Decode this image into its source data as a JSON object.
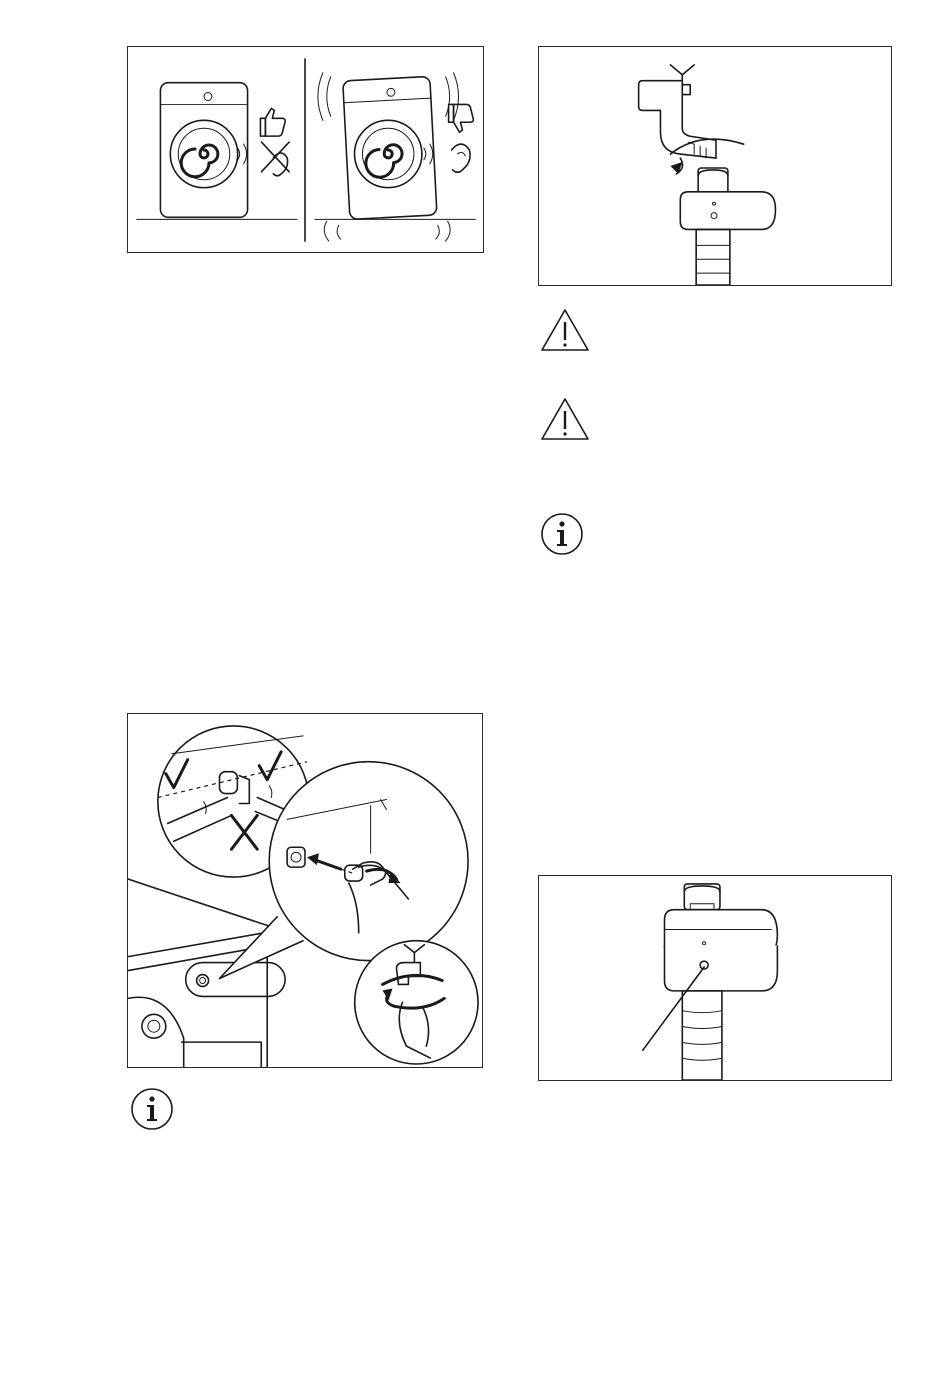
{
  "page": {
    "figures": [
      {
        "id": "washer-vibration-comparison",
        "icons": [
          "thumb-up-icon",
          "ear-crossed-icon",
          "thumb-down-icon",
          "ear-icon"
        ]
      },
      {
        "id": "tap-connection-detail"
      },
      {
        "id": "inlet-hose-angles"
      },
      {
        "id": "hose-safety-valve"
      }
    ],
    "symbols": {
      "warning": "warning-triangle-icon",
      "info": "info-circle-icon",
      "glyph_exclamation": "!",
      "glyph_info": "i"
    }
  }
}
